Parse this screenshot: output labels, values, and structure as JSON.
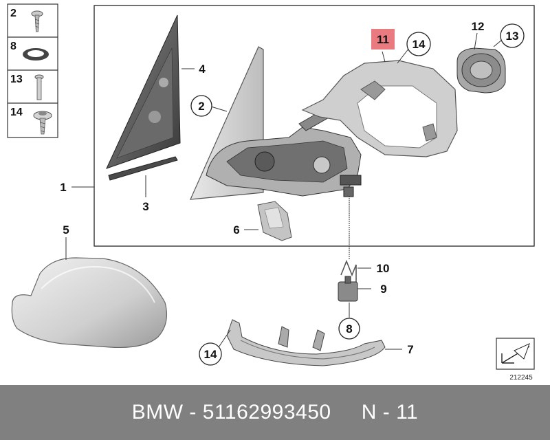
{
  "legend": [
    {
      "number": "2"
    },
    {
      "number": "8"
    },
    {
      "number": "13"
    },
    {
      "number": "14"
    }
  ],
  "callouts": {
    "c1": "1",
    "c2": "2",
    "c3": "3",
    "c4": "4",
    "c5": "5",
    "c6": "6",
    "c7": "7",
    "c8": "8",
    "c9": "9",
    "c10": "10",
    "c11": "11",
    "c12": "12",
    "c13": "13",
    "c14a": "14",
    "c14b": "14"
  },
  "drawing_code": "212245",
  "footer": {
    "brand": "BMW",
    "separator1": " - ",
    "part_number": "51162993450",
    "gap": "     ",
    "ref": "N - 11"
  },
  "colors": {
    "highlight": "#e87a80",
    "footer_bg": "#808080",
    "part_light": "#d8d8d8",
    "part_dark": "#555555"
  }
}
